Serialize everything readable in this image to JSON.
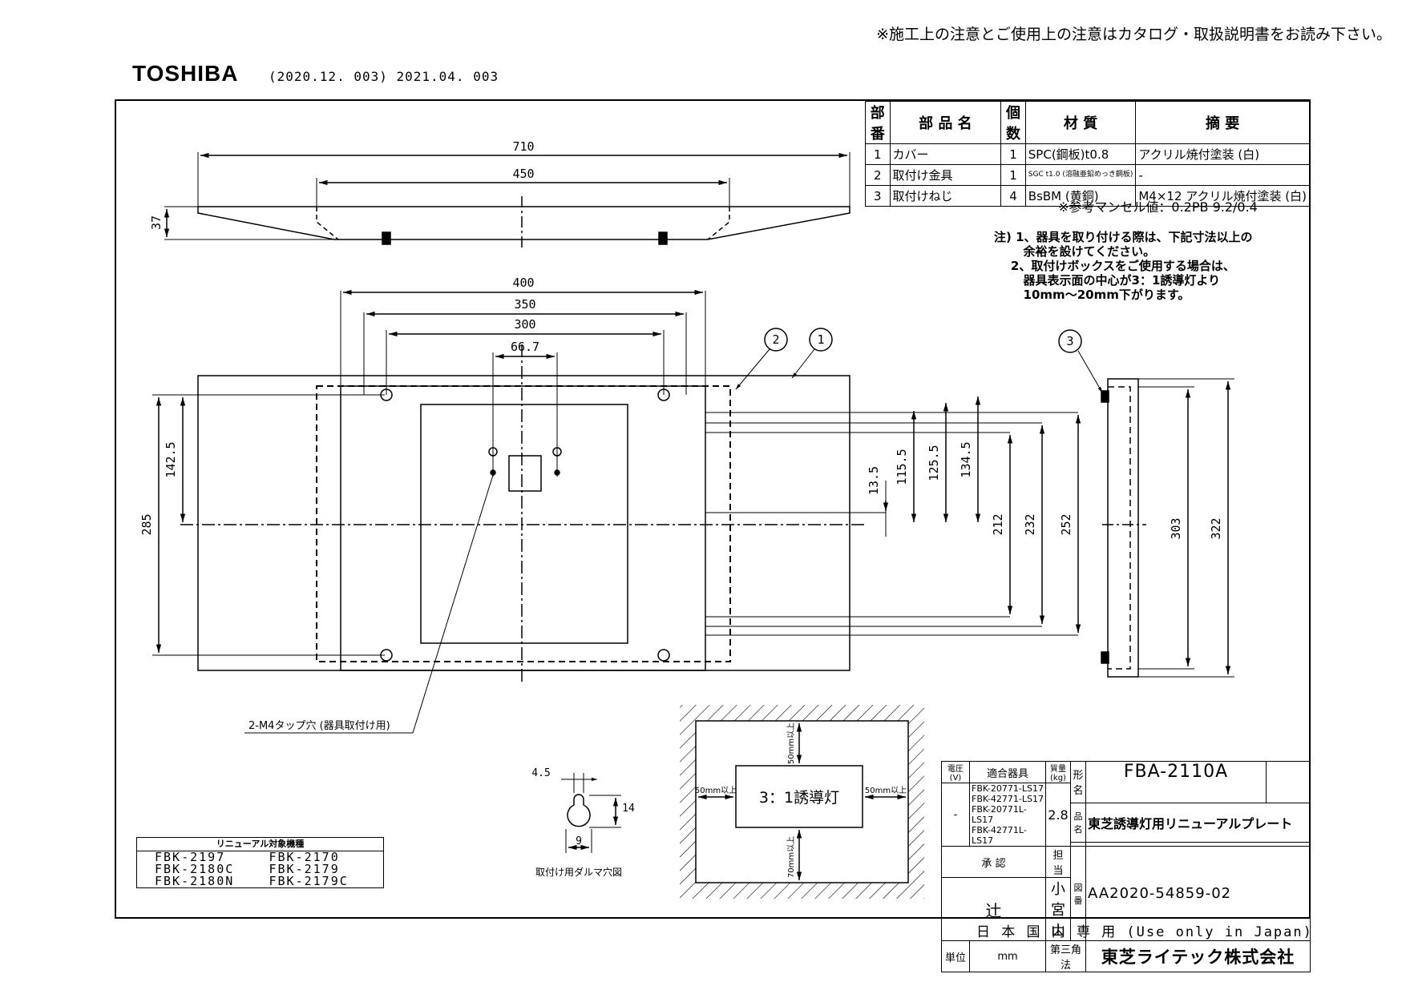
{
  "header": {
    "notice": "※施工上の注意とご使用上の注意はカタログ・取扱説明書をお読み下さい。",
    "brand": "TOSHIBA",
    "revisions": "(2020.12. 003) 2021.04. 003"
  },
  "parts_table": {
    "headers": [
      "部番",
      "部 品 名",
      "個数",
      "材 質",
      "摘 要"
    ],
    "rows": [
      {
        "no": "1",
        "name": "カバー",
        "qty": "1",
        "material": "SPC(鋼板)t0.8",
        "remark": "アクリル焼付塗装 (白)"
      },
      {
        "no": "2",
        "name": "取付け金具",
        "qty": "1",
        "material": "SGC t1.0 (溶融亜鉛めっき鋼板)",
        "remark": "-"
      },
      {
        "no": "3",
        "name": "取付けねじ",
        "qty": "4",
        "material": "BsBM (黄銅)",
        "remark": "M4×12 アクリル焼付塗装 (白)"
      }
    ],
    "munsell": "※参考マンセル値：0.2PB 9.2/0.4"
  },
  "notes": [
    "注) 1、器具を取り付ける際は、下記寸法以上の",
    "       余裕を設けてください。",
    "    2、取付けボックスをご使用する場合は、",
    "       器具表示面の中心が3：1誘導灯より",
    "       10mm～20mm下がります。"
  ],
  "dimensions": {
    "top_view": {
      "overall": "710",
      "inner": "450",
      "height": "37"
    },
    "front_view": {
      "w400": "400",
      "w350": "350",
      "w300": "300",
      "w66": "66.7",
      "h142": "142.5",
      "h285": "285",
      "h13": "13.5",
      "h115": "115.5",
      "h125": "125.5",
      "h134": "134.5",
      "h212": "212",
      "h232": "232",
      "h252": "252"
    },
    "side_view": {
      "h303": "303",
      "h322": "322"
    },
    "keyhole": {
      "w45": "4.5",
      "h14": "14",
      "w9": "9"
    }
  },
  "callouts": {
    "c1": "1",
    "c2": "2",
    "c3": "3"
  },
  "labels": {
    "tap_hole": "2-M4タップ穴 (器具取付け用)",
    "keyhole_caption": "取付け用ダルマ穴図",
    "clearance_center": "3：1誘導灯",
    "clear_top": "50mm以上",
    "clear_left": "50mm以上",
    "clear_right": "50mm以上",
    "clear_bottom": "70mm以上"
  },
  "renewal_table": {
    "title": "リニューアル対象機種",
    "rows": [
      [
        "FBK-2197",
        "FBK-2170"
      ],
      [
        "FBK-2180C",
        "FBK-2179"
      ],
      [
        "FBK-2180N",
        "FBK-2179C"
      ]
    ]
  },
  "title_block": {
    "voltage_label": "電圧(V)",
    "voltage": "-",
    "fixtures_label": "適合器具",
    "fixtures": [
      "FBK-20771-LS17",
      "FBK-42771-LS17",
      "FBK-20771L-LS17",
      "FBK-42771L-LS17"
    ],
    "mass_label": "質量(kg)",
    "mass": "2.8",
    "model_label": "形名",
    "model": "FBA-2110A",
    "product_label": "品名",
    "product": "東芝誘導灯用リニューアルプレート",
    "approve_label": "承 認",
    "approver": "辻",
    "charge_label": "担 当",
    "person": "小宮山",
    "drawing_no_label": "図番",
    "drawing_no": "AA2020-54859-02",
    "unit_label": "単位",
    "unit": "mm",
    "projection": "第三角法",
    "company": "東芝ライテック株式会社"
  },
  "footer": {
    "japan_only": "日 本 国 内 専 用 (Use only in Japan)"
  }
}
